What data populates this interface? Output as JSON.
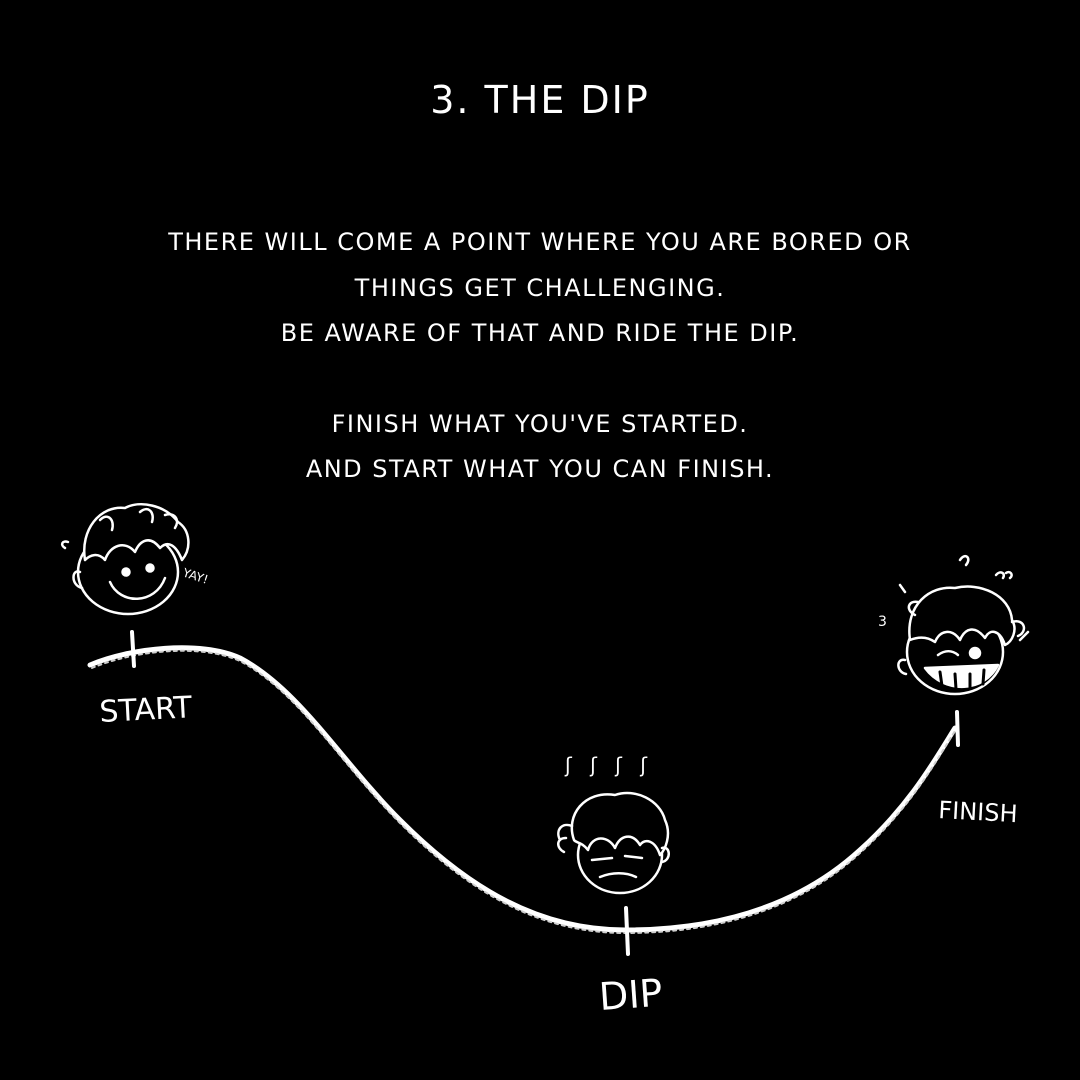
{
  "title": "3. THE DIP",
  "body": {
    "paragraph1": [
      "THERE WILL COME A POINT WHERE YOU ARE BORED OR",
      "THINGS GET CHALLENGING.",
      "BE AWARE OF THAT AND RIDE THE DIP."
    ],
    "paragraph2": [
      "FINISH WHAT YOU'VE STARTED.",
      "AND START WHAT YOU CAN FINISH."
    ]
  },
  "diagram": {
    "labels": {
      "start": "START",
      "dip": "DIP",
      "finish": "FINISH"
    },
    "exclamations": {
      "yay": "YAY!",
      "sweat": "ʃ ʃ ʃ ʃ"
    },
    "icons": [
      "happy-face-icon",
      "grumpy-face-icon",
      "excited-face-icon"
    ],
    "colors": {
      "background": "#000000",
      "ink": "#ffffff"
    }
  }
}
